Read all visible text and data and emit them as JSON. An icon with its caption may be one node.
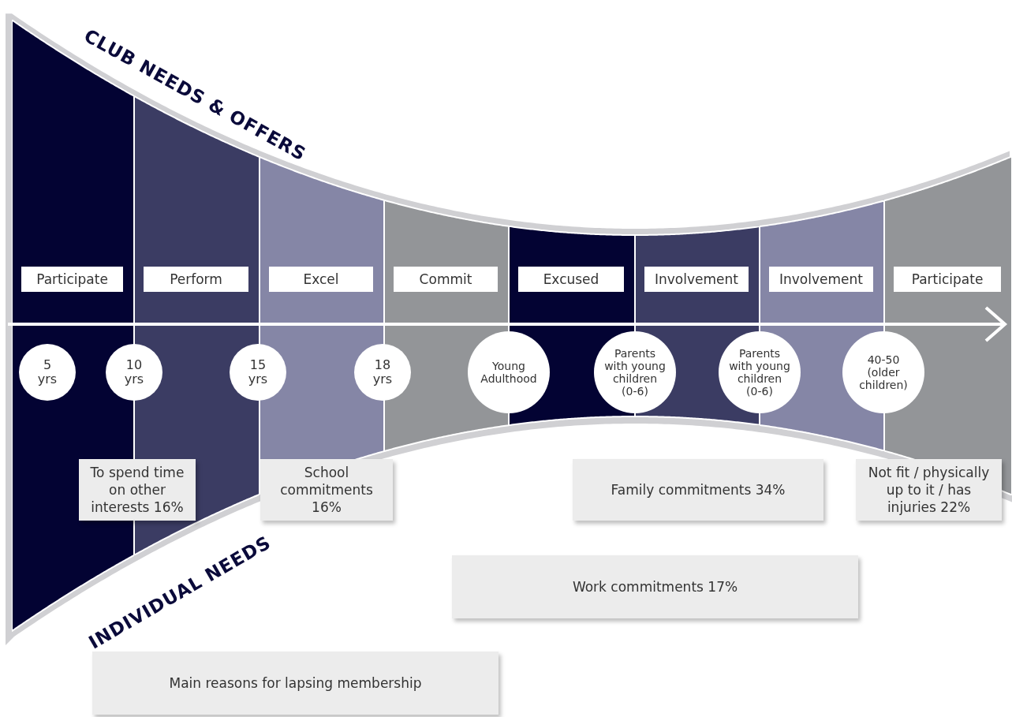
{
  "diagram": {
    "nodes": [
      {
        "text": [
          "Participate"
        ]
      },
      {
        "text": [
          "5 yrs"
        ],
        "in": 0
      },
      {
        "text": [
          "Perform"
        ]
      },
      {
        "text": [
          "Excel"
        ]
      },
      {
        "text": [
          "Commit"
        ]
      },
      {
        "text": [
          "Excused"
        ]
      },
      {
        "text": [
          "Involvement"
        ]
      },
      {
        "text": [
          "Involvement"
        ]
      },
      {
        "text": [
          "Participate"
        ]
      },
      {
        "text": [
          "10 yrs"
        ]
      },
      {
        "text": [
          "15 yrs"
        ]
      },
      {
        "text": [
          "18 yrs"
        ]
      },
      {
        "text": [
          "Young Adulthood"
        ]
      },
      {
        "text": [
          "Parents with young children (0-6)"
        ]
      },
      {
        "text": [
          "Parents with young children (0-6)"
        ]
      },
      {
        "text": [
          "40-50 (older children)"
        ]
      },
      {
        "text": [
          "To spend time on other interests 16%"
        ]
      },
      {
        "text": [
          "School commitments 16%"
        ]
      },
      {
        "text": [
          "Family commitments 34%"
        ]
      },
      {
        "text": [
          "Not fit / physically up to it / has injuries 22%"
        ]
      },
      {
        "text": [
          "Work commitments 17%"
        ]
      },
      {
        "text": [
          "Main reasons for lapsing membership"
        ]
      }
    ],
    "labels": [
      "CLUB NEEDS & OFFERS",
      "INDIVIDUAL NEEDS"
    ]
  }
}
